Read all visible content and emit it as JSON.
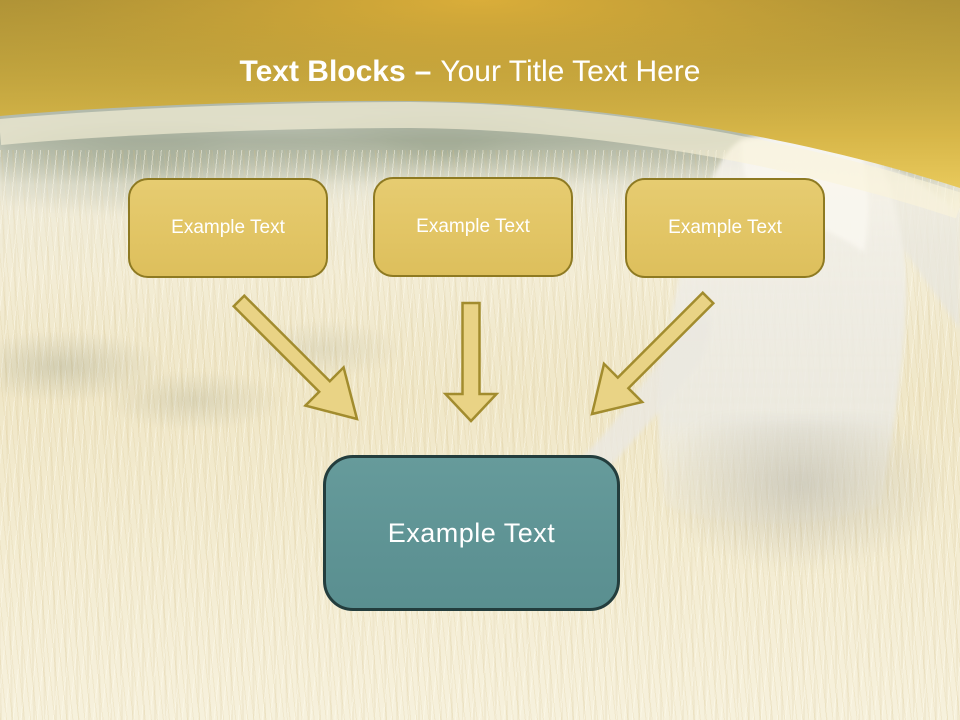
{
  "slide": {
    "title_bold": "Text Blocks",
    "title_separator": "–",
    "title_regular": "Your Title Text Here"
  },
  "blocks": [
    {
      "label": "Example Text"
    },
    {
      "label": "Example Text"
    },
    {
      "label": "Example Text"
    }
  ],
  "result_block": {
    "label": "Example Text"
  },
  "arrows": [
    {
      "name": "arrow-diagonal-down-right"
    },
    {
      "name": "arrow-straight-down"
    },
    {
      "name": "arrow-diagonal-down-left"
    }
  ],
  "colors": {
    "header_gold_dark": "#A28B38",
    "header_gold_light": "#E8C95B",
    "block_fill": "#E3C768",
    "block_border": "#8E7A22",
    "arrow_fill": "#E9D385",
    "arrow_border": "#A28C2E",
    "result_fill": "#609495",
    "result_border": "#233D3D",
    "title_color": "#FFFFFF"
  }
}
